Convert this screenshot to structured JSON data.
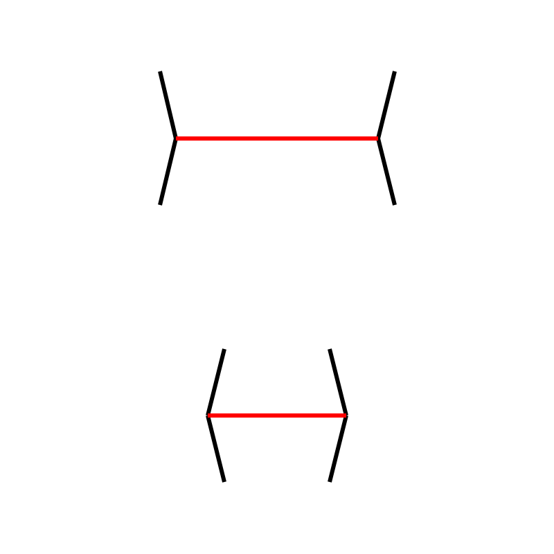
{
  "illusion": {
    "type": "muller-lyer",
    "background_color": "#ffffff",
    "shaft_color": "#ff0000",
    "fin_color": "#000000",
    "figures": [
      {
        "id": "top",
        "fins": "outward"
      },
      {
        "id": "bottom",
        "fins": "inward"
      }
    ]
  }
}
